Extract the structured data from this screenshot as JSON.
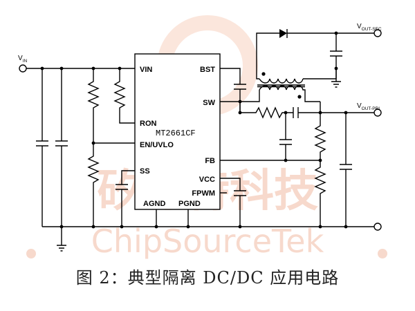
{
  "watermark": {
    "text_cn": "矽源特科技",
    "text_en": "ChipSourceTek",
    "color": "#f7d9cc"
  },
  "chip": {
    "name": "MT2661CF",
    "pins_left": [
      "VIN",
      "RON",
      "EN/UVLO",
      "SS"
    ],
    "pins_right": [
      "BST",
      "SW",
      "FB",
      "VCC",
      "FPWM"
    ],
    "pins_bottom": [
      "AGND",
      "PGND"
    ]
  },
  "terminals": {
    "vin": {
      "main": "V",
      "sub": "IN"
    },
    "vout_sec": {
      "main": "V",
      "sub": "OUT-SEC"
    },
    "vout_pri": {
      "main": "V",
      "sub": "OUT-PRI"
    }
  },
  "caption": "图 2：典型隔离 DC/DC 应用电路"
}
